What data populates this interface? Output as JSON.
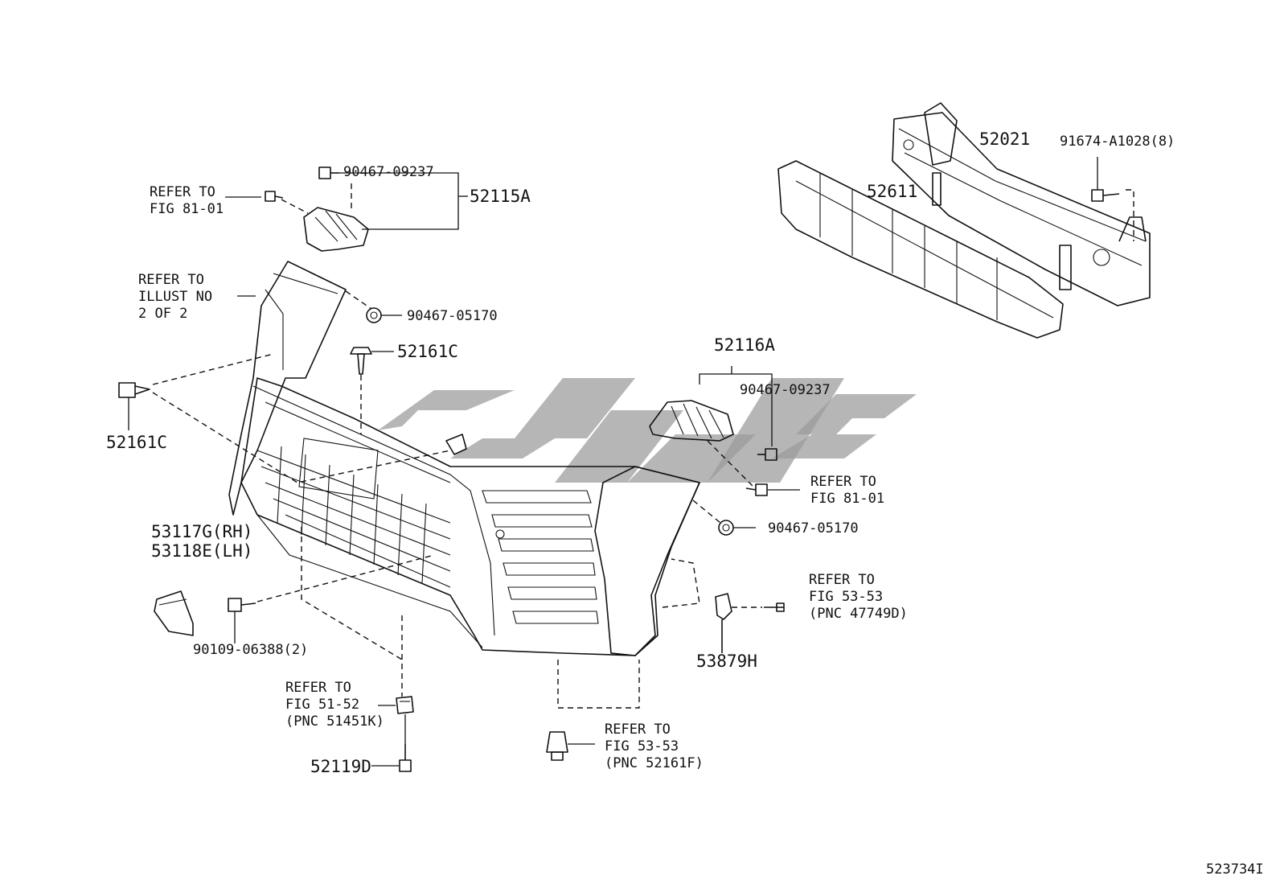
{
  "watermark": {
    "color": "#9a9a9a"
  },
  "figure_id": "523734I",
  "labels": {
    "l_90467_09237_top": "90467-09237",
    "l_52115A": "52115A",
    "l_refer_fig8101_top_1": "REFER TO",
    "l_refer_fig8101_top_2": "FIG 81-01",
    "l_refer_illust_1": "REFER TO",
    "l_refer_illust_2": "ILLUST NO",
    "l_refer_illust_3": "2 OF 2",
    "l_90467_05170_top": "90467-05170",
    "l_52161C_mid": "52161C",
    "l_52161C_left": "52161C",
    "l_52021": "52021",
    "l_91674": "91674-A1028(8)",
    "l_52611": "52611",
    "l_52116A": "52116A",
    "l_90467_09237_right": "90467-09237",
    "l_refer_fig8101_right_1": "REFER TO",
    "l_refer_fig8101_right_2": "FIG 81-01",
    "l_90467_05170_right": "90467-05170",
    "l_53117G": "53117G(RH)",
    "l_53118E": "53118E(LH)",
    "l_90109": "90109-06388(2)",
    "l_refer_fig5353_right_1": "REFER TO",
    "l_refer_fig5353_right_2": "FIG 53-53",
    "l_refer_fig5353_right_3": "(PNC 47749D)",
    "l_53879H": "53879H",
    "l_refer_fig5152_1": "REFER TO",
    "l_refer_fig5152_2": "FIG 51-52",
    "l_refer_fig5152_3": "(PNC 51451K)",
    "l_52119D": "52119D",
    "l_refer_fig5353_bottom_1": "REFER TO",
    "l_refer_fig5353_bottom_2": "FIG 53-53",
    "l_refer_fig5353_bottom_3": "(PNC 52161F)"
  }
}
